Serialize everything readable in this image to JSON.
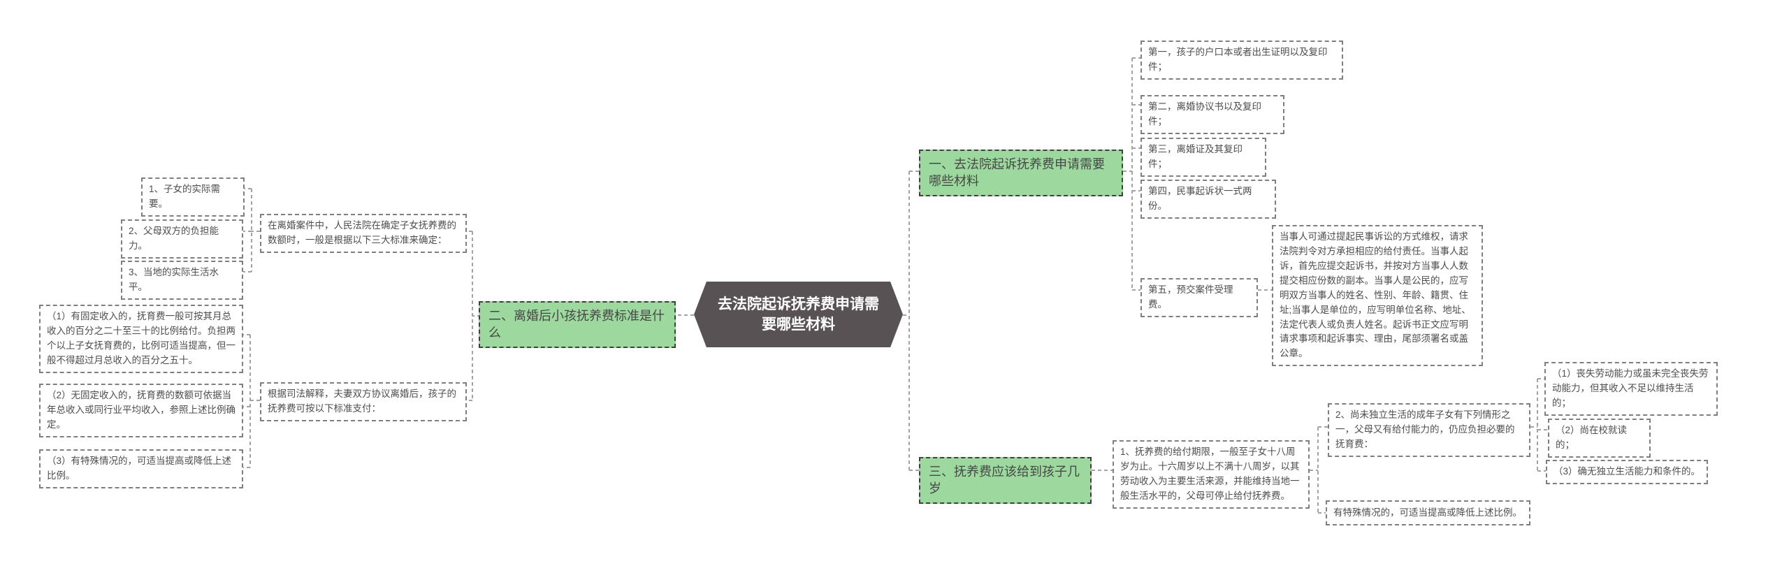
{
  "center": {
    "text": "去法院起诉抚养费申请需要哪些材料"
  },
  "branch1": {
    "label": "一、去法院起诉抚养费申请需要哪些材料",
    "items": [
      "第一，孩子的户口本或者出生证明以及复印件；",
      "第二，离婚协议书以及复印件；",
      "第三，离婚证及其复印件；",
      "第四，民事起诉状一式两份。",
      "第五，预交案件受理费。"
    ],
    "detail": "当事人可通过提起民事诉讼的方式维权，请求法院判令对方承担相应的给付责任。当事人起诉，首先应提交起诉书，并按对方当事人人数提交相应份数的副本。当事人是公民的，应写明双方当事人的姓名、性别、年龄、籍贯、住址;当事人是单位的，应写明单位名称、地址、法定代表人或负责人姓名。起诉书正文应写明请求事项和起诉事实、理由，尾部须署名或盖公章。"
  },
  "branch2": {
    "label": "二、离婚后小孩抚养费标准是什么",
    "standards_intro": "在离婚案件中，人民法院在确定子女抚养费的数额时，一般是根据以下三大标准来确定：",
    "standards": [
      "1、子女的实际需要。",
      "2、父母双方的负担能力。",
      "3、当地的实际生活水平。"
    ],
    "payment_intro": "根据司法解释，夫妻双方协议离婚后，孩子的抚养费可按以下标准支付：",
    "payment_rules": [
      "（1）有固定收入的，抚育费一般可按其月总收入的百分之二十至三十的比例给付。负担两个以上子女抚育费的，比例可适当提高，但一般不得超过月总收入的百分之五十。",
      "（2）无固定收入的，抚育费的数额可依据当年总收入或同行业平均收入，参照上述比例确定。",
      "（3）有特殊情况的，可适当提高或降低上述比例。"
    ]
  },
  "branch3": {
    "label": "三、抚养费应该给到孩子几岁",
    "item1": "1、抚养费的给付期限，一般至子女十八周岁为止。十六周岁以上不满十八周岁，以其劳动收入为主要生活来源，并能维持当地一般生活水平的，父母可停止给付抚养费。",
    "item2": "2、尚未独立生活的成年子女有下列情形之一，父母又有给付能力的，仍应负担必要的抚育费：",
    "item2_cases": [
      "（1）丧失劳动能力或虽未完全丧失劳动能力，但其收入不足以维持生活的；",
      "（2）尚在校就读的；",
      "（3）确无独立生活能力和条件的。"
    ],
    "item3": "有特殊情况的，可适当提高或降低上述比例。"
  },
  "colors": {
    "topic_green": "#9dd89f",
    "center_dark": "#585254",
    "connector_gray": "#a3a3a3",
    "box_border": "#7f7f7f",
    "text_gray": "#4d4d4d"
  }
}
